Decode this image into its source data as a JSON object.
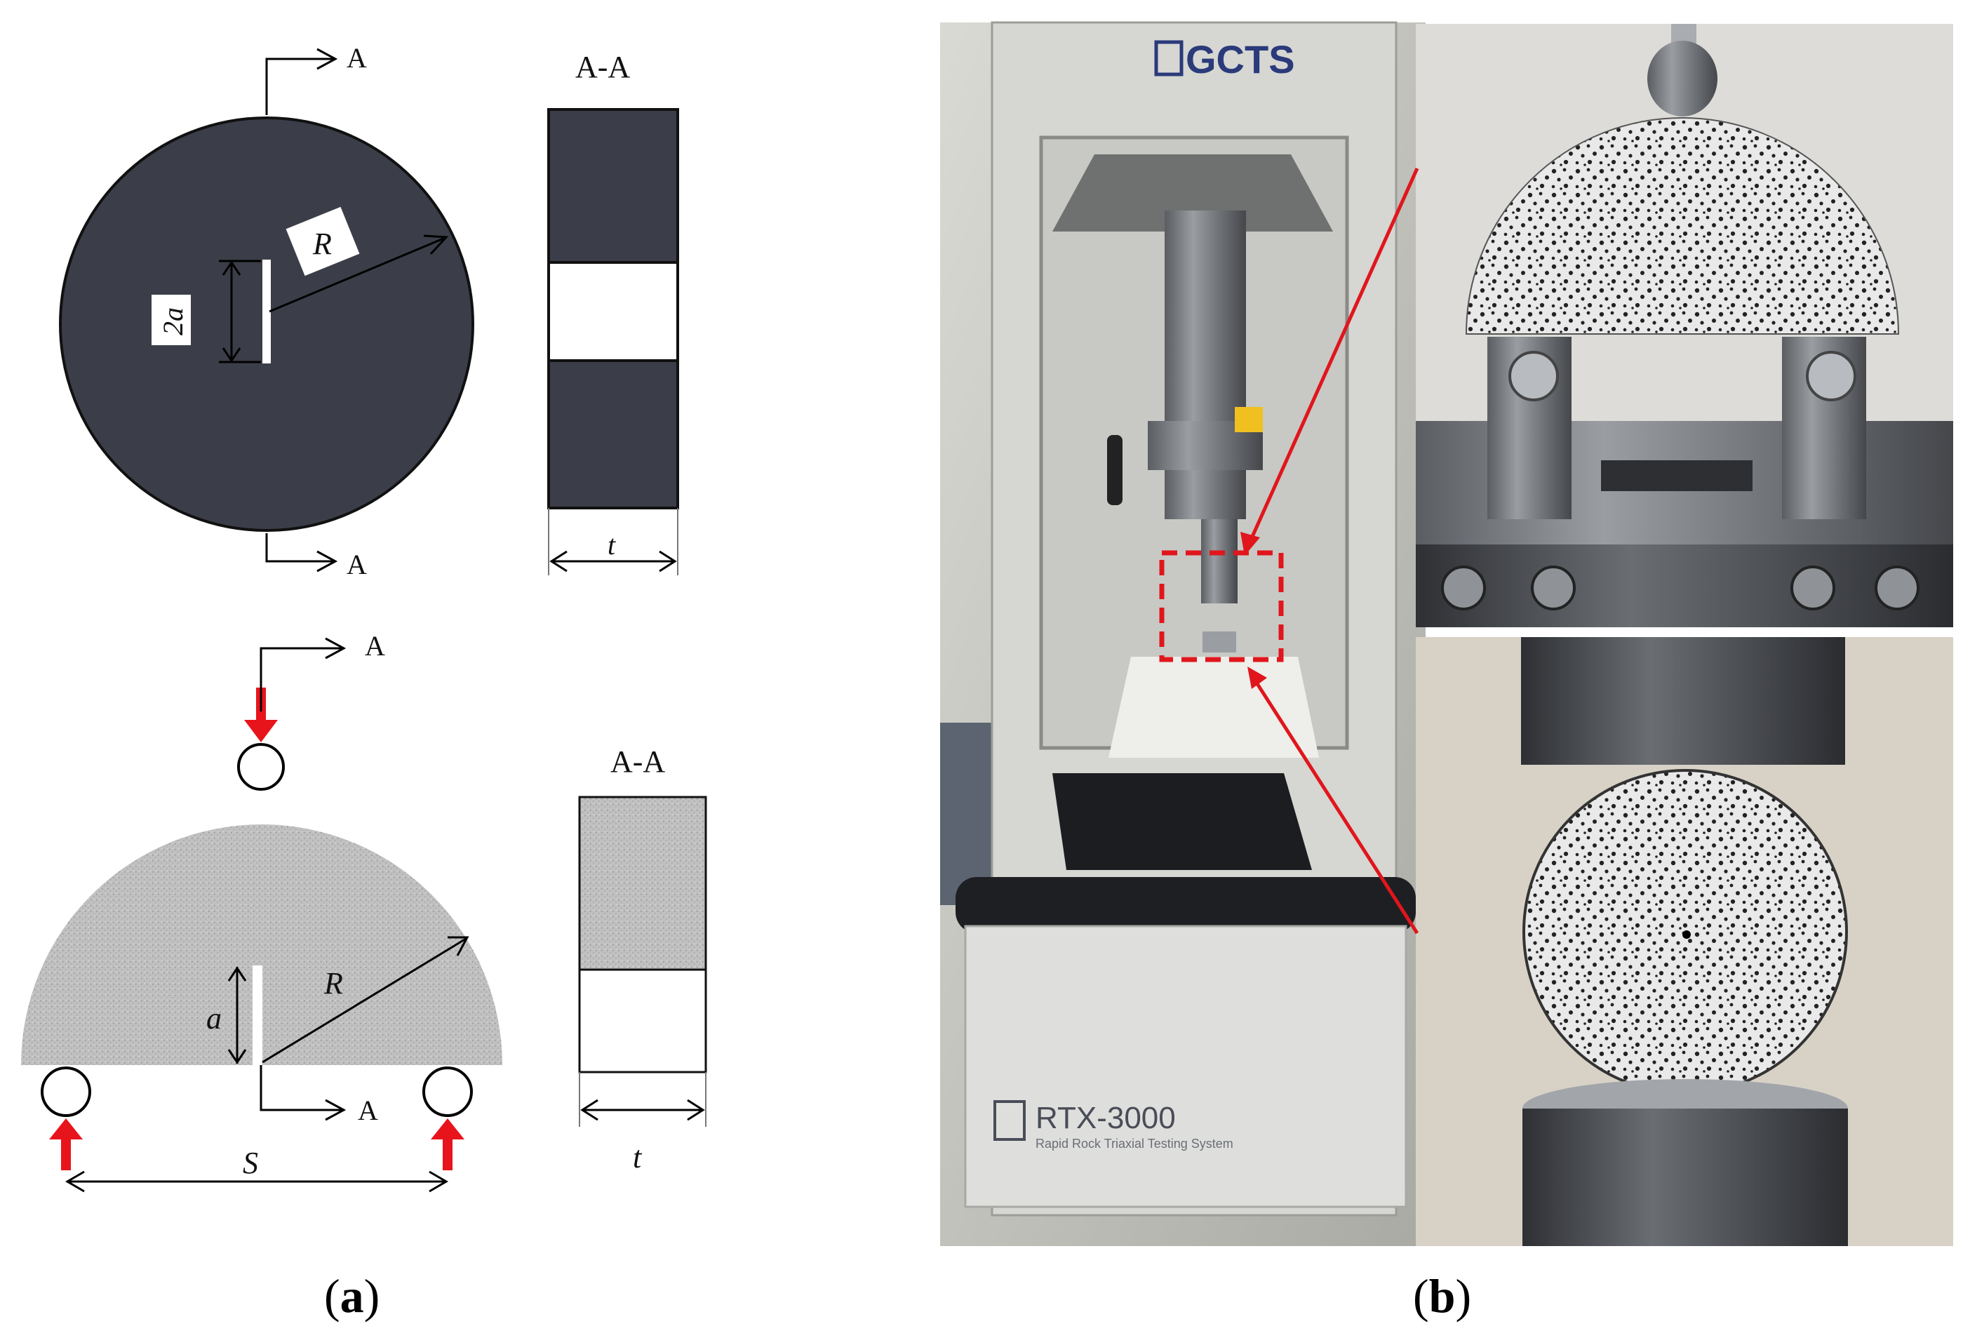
{
  "panel_a": {
    "top_view": {
      "section_mark": "A",
      "radius_label": "R",
      "crack_label": "2a"
    },
    "top_section": {
      "title": "A-A",
      "thickness_label": "t"
    },
    "bottom_view": {
      "section_mark": "A",
      "radius_label": "R",
      "crack_label": "a",
      "span_label": "S"
    },
    "bottom_section": {
      "title": "A-A",
      "thickness_label": "t"
    },
    "caption_open": "(",
    "caption_letter": "a",
    "caption_close": ")"
  },
  "panel_b": {
    "brand": "GCTS",
    "model": "RTX-3000",
    "model_subtitle": "Rapid Rock Triaxial Testing System",
    "caption_open": "(",
    "caption_letter": "b",
    "caption_close": ")"
  },
  "colors": {
    "specimen_dark": "#3b3e48",
    "specimen_light": "#b9b9b9",
    "load_arrow": "#e8141b",
    "callout": "#e0161c"
  }
}
